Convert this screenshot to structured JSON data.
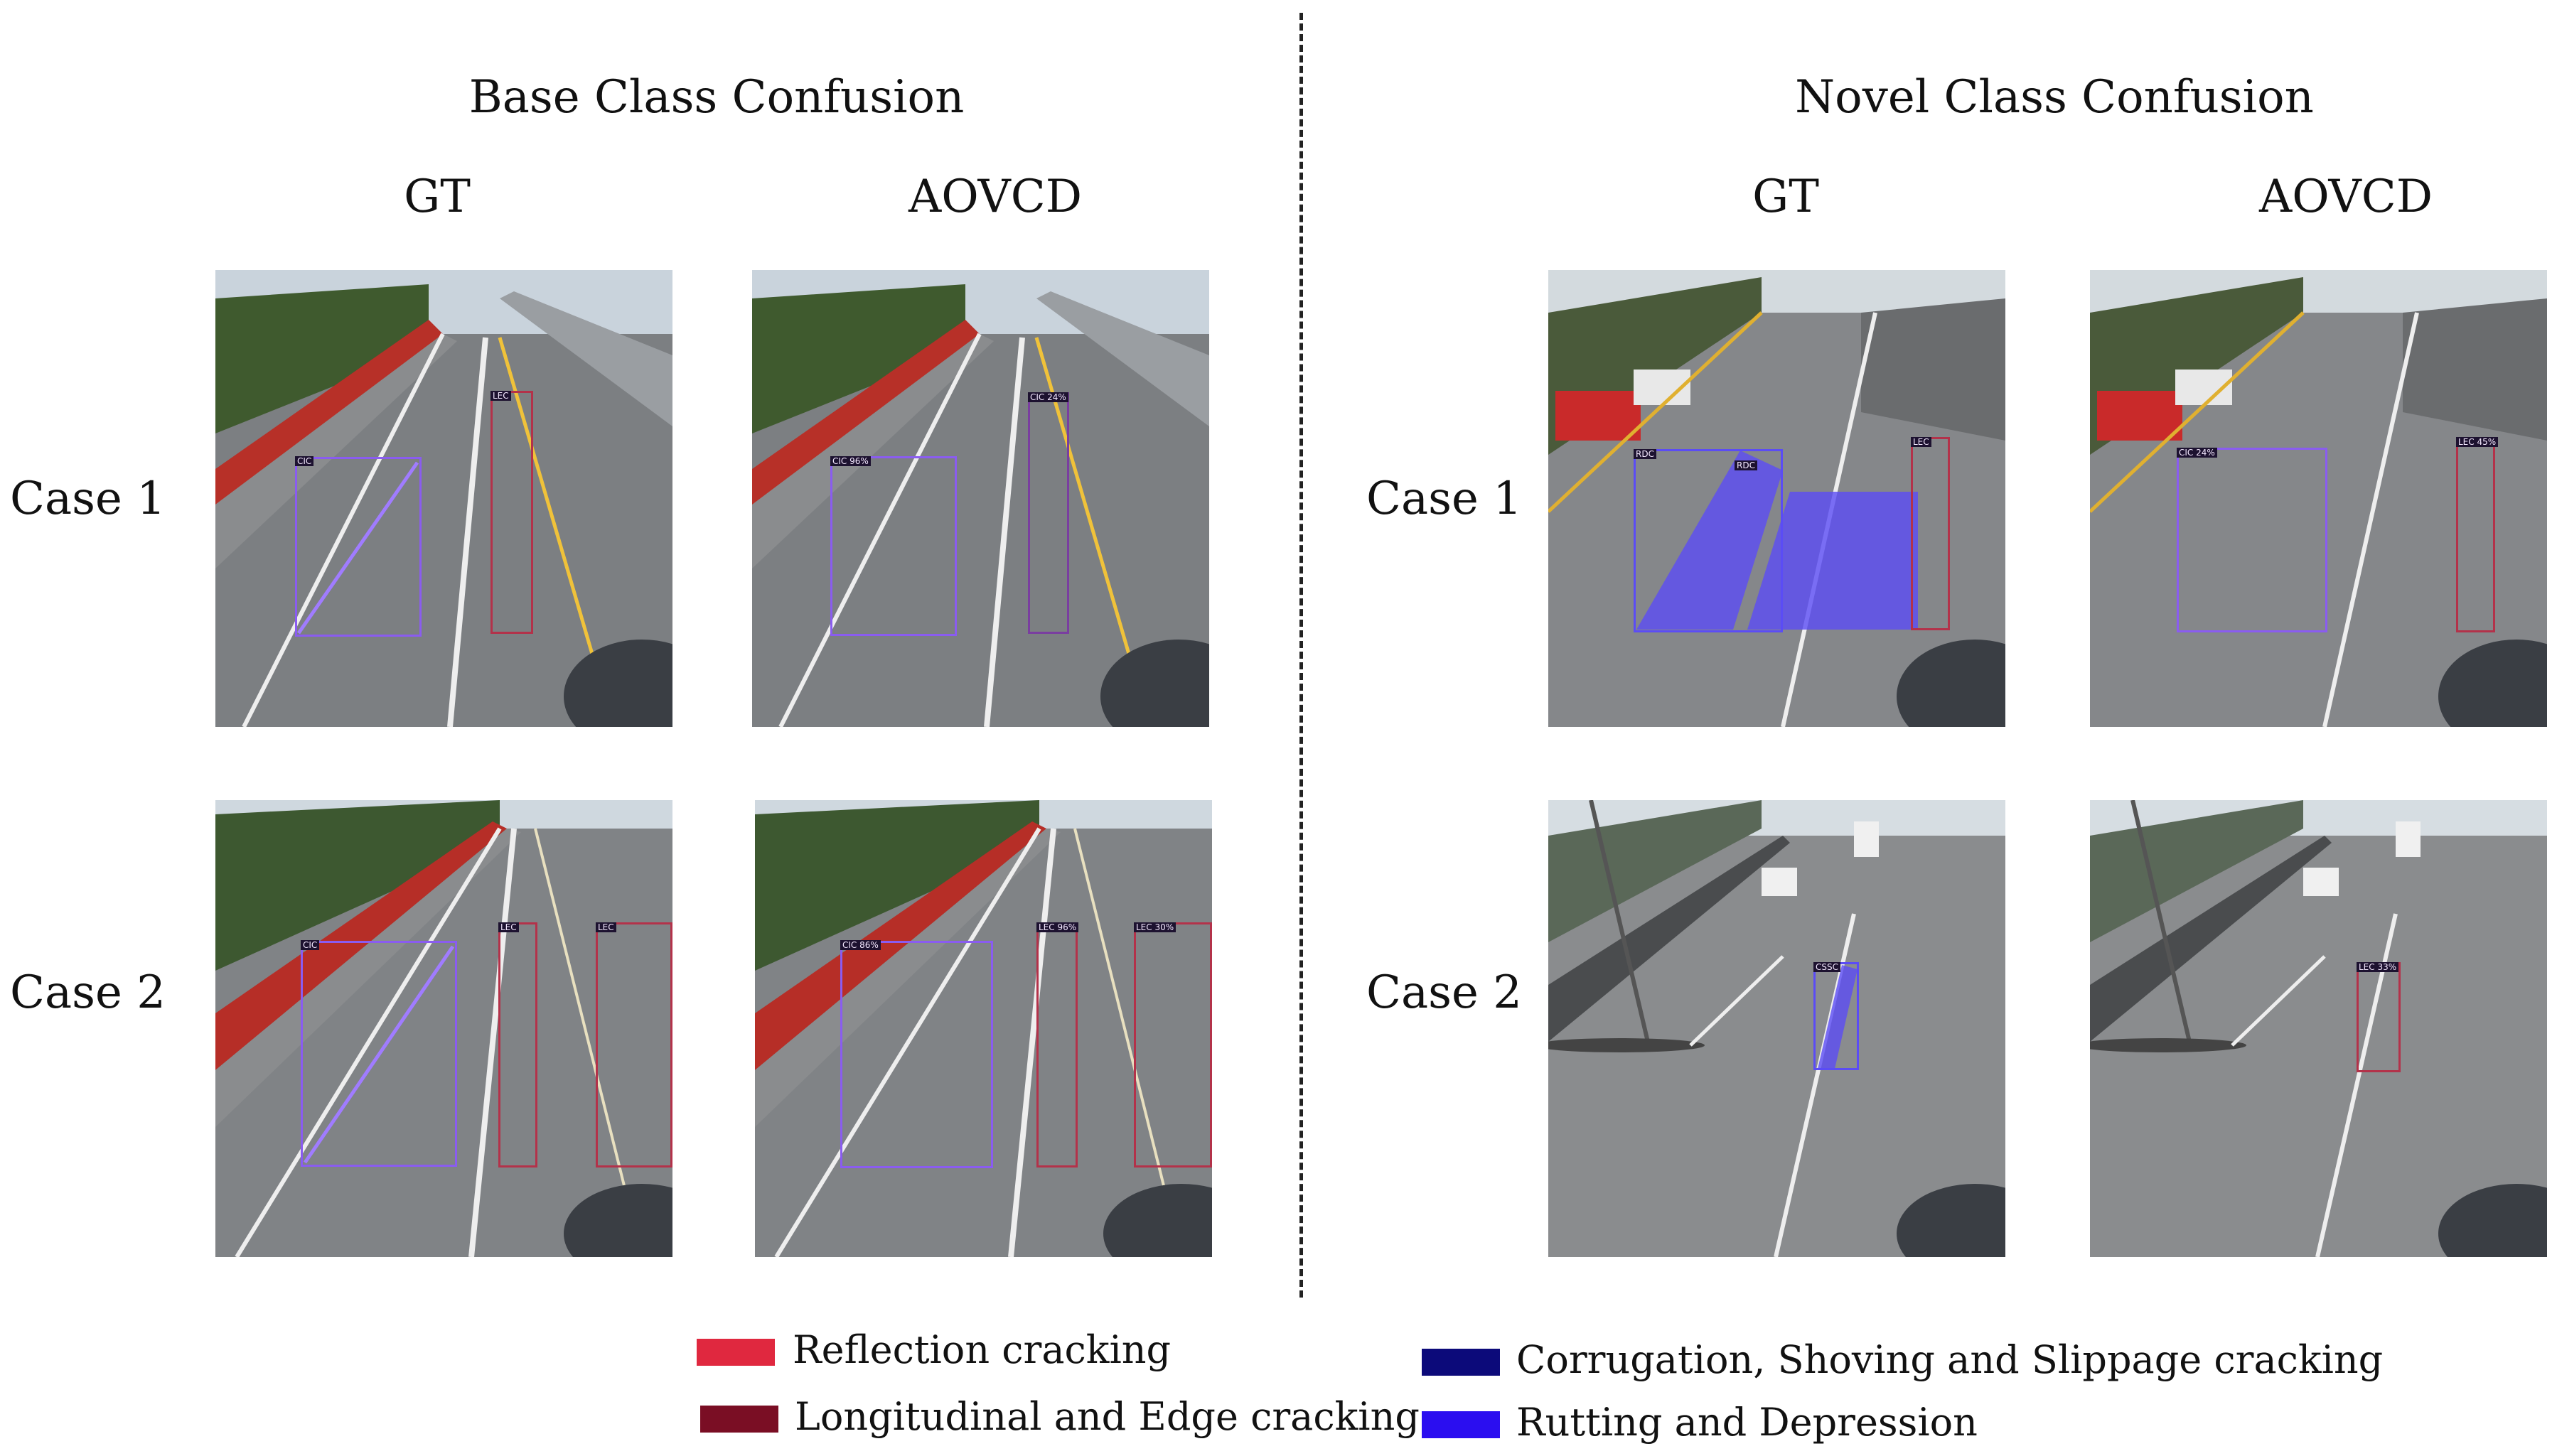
{
  "sections": {
    "base": "Base Class Confusion",
    "novel": "Novel Class Confusion"
  },
  "columns": {
    "gt": "GT",
    "aovcd": "AOVCD"
  },
  "rows": {
    "case1": "Case 1",
    "case2": "Case 2"
  },
  "tags": {
    "base_c1_gt": [
      "CIC",
      "LEC"
    ],
    "base_c1_aovcd": [
      "CIC 96%",
      "CIC 24%"
    ],
    "base_c2_gt": [
      "CIC",
      "LEC",
      "LEC"
    ],
    "base_c2_aovcd": [
      "CIC 86%",
      "LEC 96%",
      "LEC 30%"
    ],
    "novel_c1_gt": [
      "RDC",
      "RDC",
      "LEC"
    ],
    "novel_c1_aovcd": [
      "CIC 24%",
      "LEC 45%"
    ],
    "novel_c2_gt": [
      "CSSC"
    ],
    "novel_c2_aovcd": [
      "LEC 33%"
    ]
  },
  "legend": [
    {
      "label": "Reflection cracking",
      "color": "#e0283f"
    },
    {
      "label": "Longitudinal and Edge cracking",
      "color": "#7a0e24"
    },
    {
      "label": "Corrugation, Shoving and Slippage cracking",
      "color": "#0c0a7a"
    },
    {
      "label": "Rutting and Depression",
      "color": "#2b0ef0"
    }
  ],
  "colors": {
    "crack_box": "#8a5cf0",
    "lec_box": "#b3324a",
    "rutting_fill": "#5b4cf5"
  }
}
